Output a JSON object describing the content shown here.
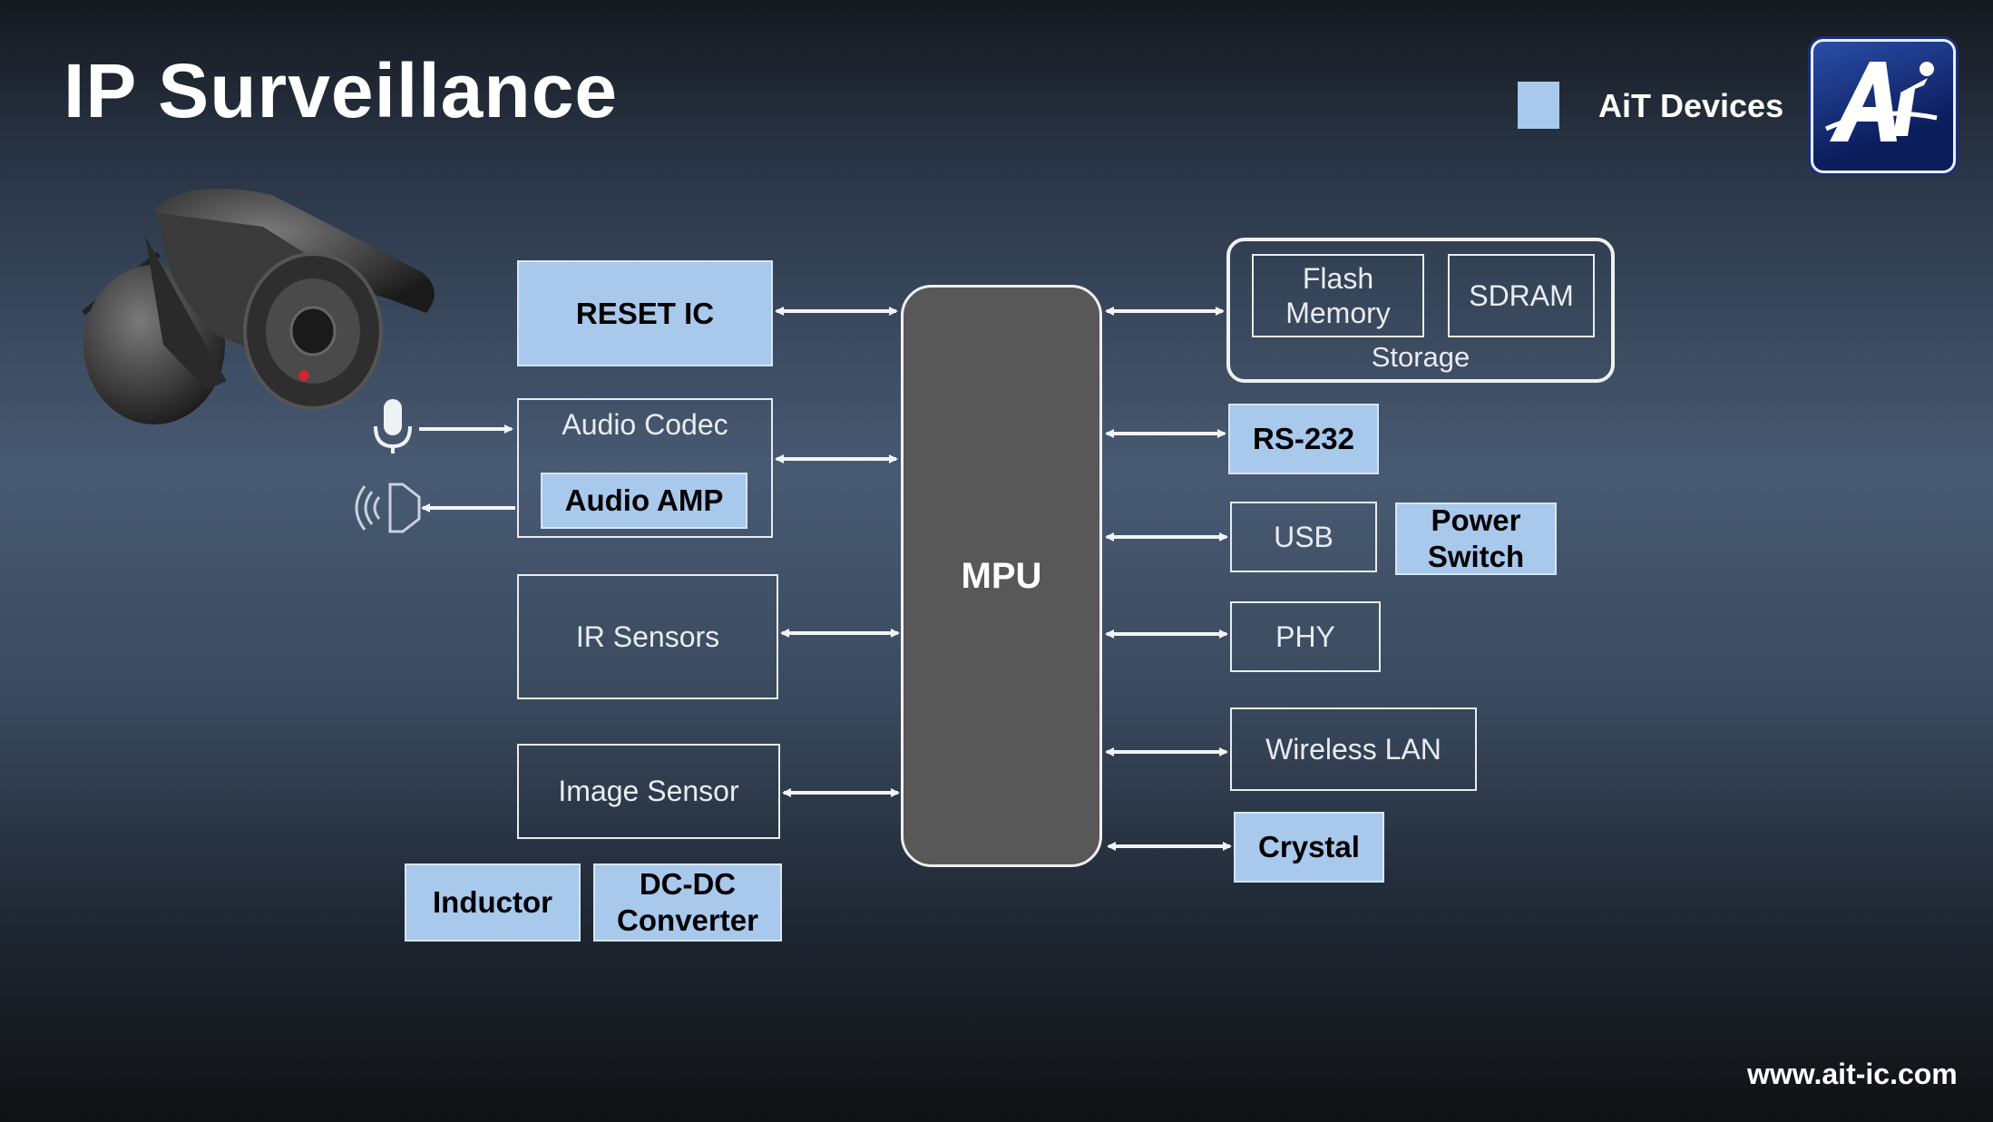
{
  "title": "IP Surveillance",
  "legend": {
    "label": "AiT Devices",
    "color": "#a8c8ec"
  },
  "logo": {
    "text": "Ai"
  },
  "footer": {
    "url": "www.ait-ic.com"
  },
  "diagram": {
    "center": "MPU",
    "left_blocks": {
      "reset_ic": "RESET IC",
      "audio_codec": "Audio Codec",
      "audio_amp": "Audio AMP",
      "ir_sensors": "IR Sensors",
      "image_sensor": "Image Sensor",
      "inductor": "Inductor",
      "dcdc_line1": "DC-DC",
      "dcdc_line2": "Converter"
    },
    "right_blocks": {
      "storage": "Storage",
      "flash_line1": "Flash",
      "flash_line2": "Memory",
      "sdram": "SDRAM",
      "rs232": "RS-232",
      "usb": "USB",
      "power_line1": "Power",
      "power_line2": "Switch",
      "phy": "PHY",
      "wlan": "Wireless LAN",
      "crystal": "Crystal"
    }
  },
  "icons": [
    "camera-icon",
    "microphone-icon",
    "speaker-icon"
  ]
}
